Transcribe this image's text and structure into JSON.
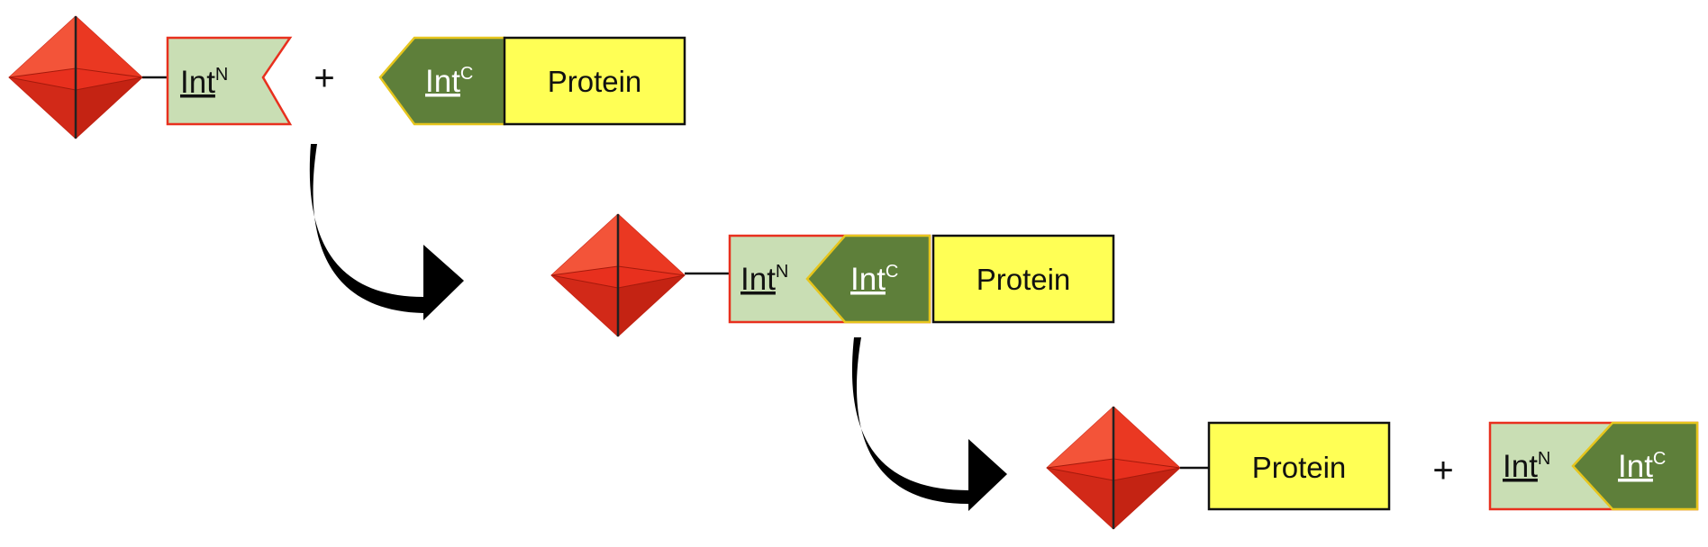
{
  "labels": {
    "int_base": "Int",
    "n_sup": "N",
    "c_sup": "C",
    "protein": "Protein",
    "plus": "+"
  },
  "colors": {
    "diamond_red": "#e8301e",
    "diamond_light": "#f45a3e",
    "diamond_dark": "#b81f10",
    "intn_fill": "#c9deb4",
    "intn_border": "#e8301e",
    "intc_fill": "#5e7f3a",
    "intc_border": "#e6c51d",
    "protein_fill": "#ffff55",
    "protein_border": "#111111",
    "arrow": "#000000"
  }
}
